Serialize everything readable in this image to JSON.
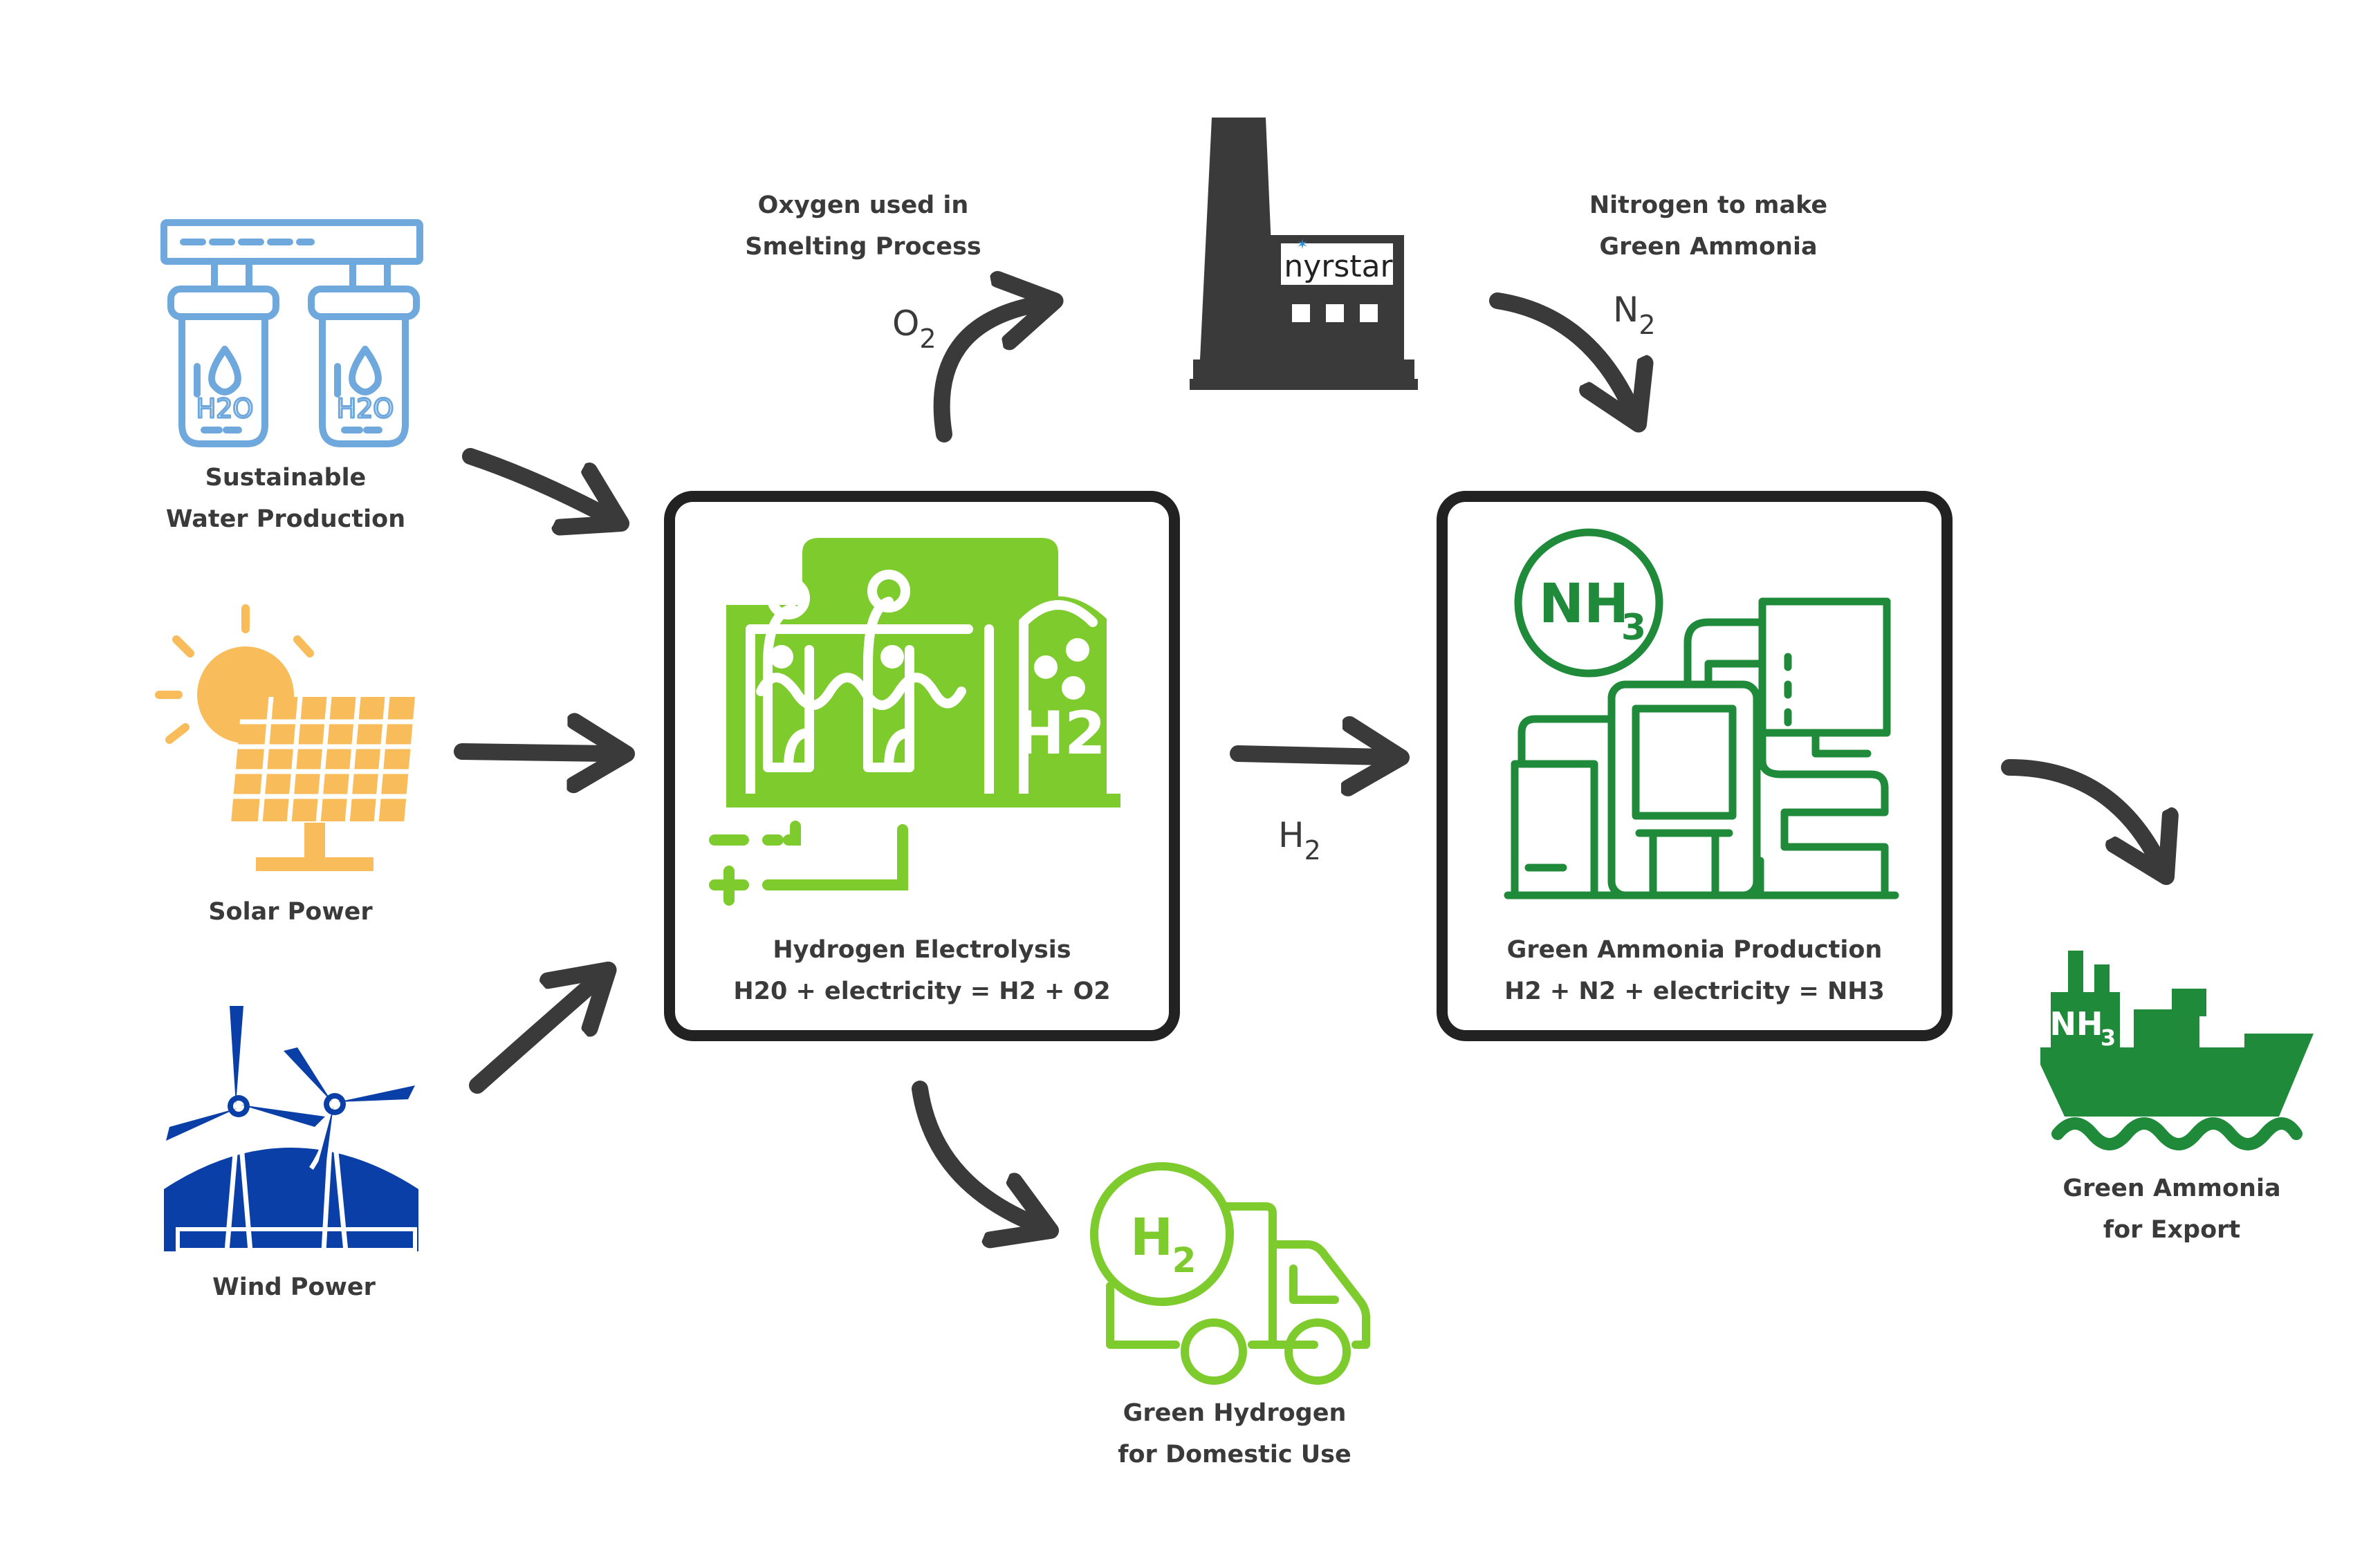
{
  "colors": {
    "water": "#6fa8dc",
    "solar": "#f9bc5a",
    "wind": "#0a3fa8",
    "electrolysis": "#7ecb2e",
    "ammonia": "#1f8a3a",
    "arrow": "#3a3a3a",
    "box_border": "#222222"
  },
  "sources": {
    "water": {
      "line1": "Sustainable",
      "line2": "Water Production",
      "icon_label": "H2O"
    },
    "solar": {
      "label": "Solar Power"
    },
    "wind": {
      "label": "Wind Power"
    }
  },
  "electrolysis": {
    "title": "Hydrogen Electrolysis",
    "equation": "H20 + electricity = H2 + O2",
    "icon_label": "H2"
  },
  "ammonia": {
    "title": "Green Ammonia Production",
    "equation": "H2 + N2 + electricity = NH3",
    "icon_label_main": "NH",
    "icon_label_sub": "3"
  },
  "smelter": {
    "brand": "nyrstar"
  },
  "oxygen": {
    "line1": "Oxygen used in",
    "line2": "Smelting Process",
    "formula_main": "O",
    "formula_sub": "2"
  },
  "nitrogen": {
    "line1": "Nitrogen to make",
    "line2": "Green Ammonia",
    "formula_main": "N",
    "formula_sub": "2"
  },
  "hydrogen_flow": {
    "formula_main": "H",
    "formula_sub": "2"
  },
  "domestic": {
    "line1": "Green Hydrogen",
    "line2": "for Domestic Use",
    "icon_label_main": "H",
    "icon_label_sub": "2"
  },
  "export": {
    "line1": "Green Ammonia",
    "line2": "for Export",
    "icon_label_main": "NH",
    "icon_label_sub": "3"
  }
}
